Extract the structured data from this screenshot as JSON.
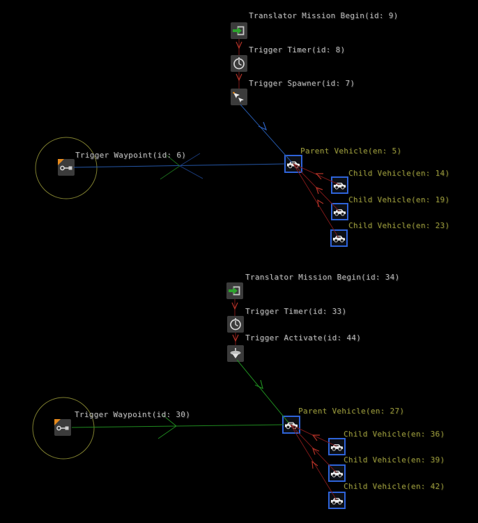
{
  "app": {
    "view": "mission-logic-node-graph"
  },
  "colors": {
    "background": "#000000",
    "label_text": "#b9b9b9",
    "vehicle_label": "#96963a",
    "red_link": "#7c1818",
    "red_arrow": "#b23327",
    "blue_link": "#2456a6",
    "blue_dark": "#1a3a78",
    "blue_arrow": "#2d62c4",
    "green_link": "#1f8a1f",
    "green_dark": "#1a661a",
    "trigger_radius": "#7f7f2f",
    "icon_box": "#3b3b3b",
    "vehicle_border": "#2e63d9",
    "accent_orange": "#e5891c",
    "accent_green": "#2da32d"
  },
  "icons": {
    "mission_begin": "login-arrow-icon",
    "timer": "clock-icon",
    "spawner": "spawner-darts-icon",
    "activate": "spin-top-icon",
    "waypoint": "waypoint-path-icon",
    "vehicle": "vehicle-icon"
  },
  "clusters": [
    {
      "mission_begin": {
        "label": "Translator Mission Begin(id: 9)"
      },
      "timer": {
        "label": "Trigger Timer(id: 8)"
      },
      "action": {
        "label": "Trigger Spawner(id: 7)"
      },
      "waypoint": {
        "label": "Trigger Waypoint(id: 6)"
      },
      "parent": {
        "label": "Parent Vehicle(en: 5)"
      },
      "children": [
        {
          "label": "Child Vehicle(en: 14)"
        },
        {
          "label": "Child Vehicle(en: 19)"
        },
        {
          "label": "Child Vehicle(en: 23)"
        }
      ]
    },
    {
      "mission_begin": {
        "label": "Translator Mission Begin(id: 34)"
      },
      "timer": {
        "label": "Trigger Timer(id: 33)"
      },
      "action": {
        "label": "Trigger Activate(id: 44)"
      },
      "waypoint": {
        "label": "Trigger Waypoint(id: 30)"
      },
      "parent": {
        "label": "Parent Vehicle(en: 27)"
      },
      "children": [
        {
          "label": "Child Vehicle(en: 36)"
        },
        {
          "label": "Child Vehicle(en: 39)"
        },
        {
          "label": "Child Vehicle(en: 42)"
        }
      ]
    }
  ]
}
